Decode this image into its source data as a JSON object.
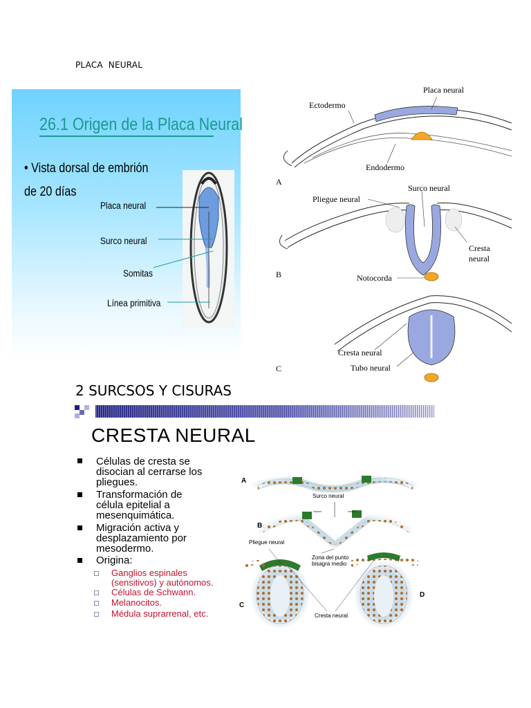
{
  "doc": {
    "heading1": "PLACA  NEURAL",
    "heading2": "2 SURCSOS Y CISURAS"
  },
  "slide1": {
    "title": "26.1 Origen de la Placa Neural",
    "bullet_line1": "• Vista dorsal de embrión",
    "bullet_line2": "de 20 días",
    "labels": [
      "Placa neural",
      "Surco neural",
      "Somitas",
      "Línea primitiva"
    ]
  },
  "figure1": {
    "labels": {
      "placa_neural": "Placa neural",
      "ectodermo": "Ectodermo",
      "endodermo": "Endodermo",
      "surco_neural": "Surco neural",
      "pliegue_neural": "Pliegue neural",
      "cresta_neural_line1": "Cresta",
      "cresta_neural_line2": "neural",
      "notocorda": "Notocorda",
      "cresta_neural_c": "Cresta neural",
      "tubo_neural": "Tubo neural"
    },
    "panel_letters": [
      "A",
      "B",
      "C"
    ],
    "colors": {
      "neural": "#9aa8e0",
      "notochord": "#f5a623"
    }
  },
  "slide2": {
    "title": "CRESTA NEURAL",
    "bullets": [
      [
        "Células de cresta se",
        "disocian al cerrarse los",
        "pliegues."
      ],
      [
        "Transformación de",
        "célula epitelial a",
        "mesenquimática."
      ],
      [
        "Migración activa y",
        "desplazamiento por",
        "mesodermo."
      ],
      [
        "Origina:"
      ]
    ],
    "sub_items": [
      [
        "Ganglios espinales",
        "(sensitivos) y autónomos."
      ],
      [
        "Células de Schwann."
      ],
      [
        "Melanocitos."
      ],
      [
        "Médula suprarrenal, etc."
      ]
    ],
    "accent_color": "#c4122f"
  },
  "figure2": {
    "panel_letters": [
      "A",
      "B",
      "C",
      "D"
    ],
    "labels": {
      "surco_neural": "Surco neural",
      "pliegue_neural": "Pliegue neural",
      "zona_line1": "Zona del punto",
      "zona_line2": "bisagra medio",
      "cresta_neural": "Cresta neural"
    }
  }
}
